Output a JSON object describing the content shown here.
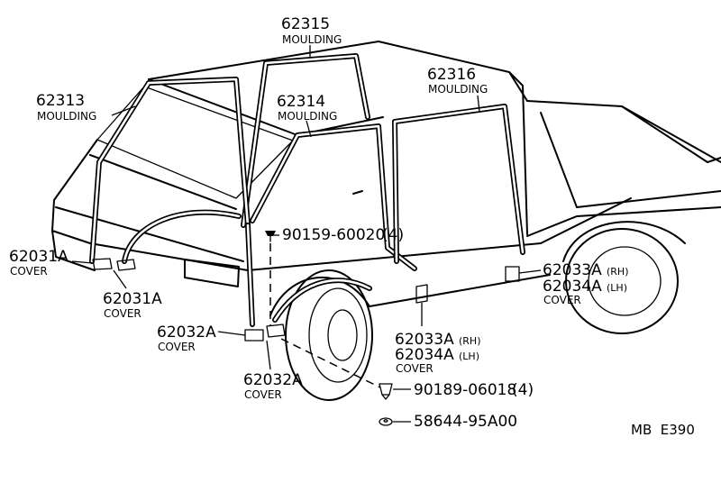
{
  "callouts": {
    "c62315": {
      "part": "62315",
      "name": "MOULDING"
    },
    "c62313": {
      "part": "62313",
      "name": "MOULDING"
    },
    "c62314": {
      "part": "62314",
      "name": "MOULDING"
    },
    "c62316": {
      "part": "62316",
      "name": "MOULDING"
    },
    "c62031a_l": {
      "part": "62031A",
      "name": "COVER"
    },
    "c62031a_r": {
      "part": "62031A",
      "name": "COVER"
    },
    "c62032a_l": {
      "part": "62032A",
      "name": "COVER"
    },
    "c62032a_b": {
      "part": "62032A",
      "name": "COVER"
    },
    "c62033a_r": {
      "part": "62033A",
      "side": "(RH)",
      "part2": "62034A",
      "side2": "(LH)",
      "name": "COVER"
    },
    "c62033a_c": {
      "part": "62033A",
      "side": "(RH)",
      "part2": "62034A",
      "side2": "(LH)",
      "name": "COVER"
    }
  },
  "fasteners": {
    "screw1": {
      "part": "90159-60020",
      "qty": "(4)"
    },
    "clip": {
      "part": "90189-06018",
      "qty": "(4)"
    },
    "washer": {
      "part": "58644-95A00"
    }
  },
  "reference": "MB  E390"
}
